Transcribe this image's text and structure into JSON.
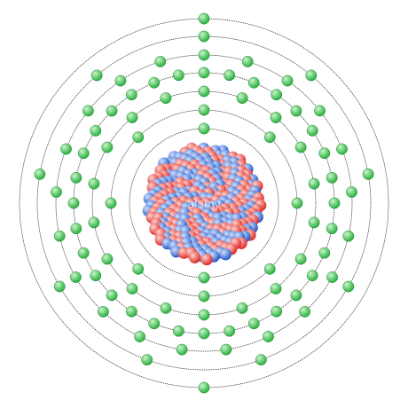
{
  "colors": {
    "background": "#ffffff",
    "orbit": "#222222",
    "electron": "#2fb344",
    "electron_highlight": "#c9f5c9",
    "proton": "#e0322f",
    "proton_highlight": "#ffd2cc",
    "neutron": "#2b5fc9",
    "neutron_highlight": "#cfe0ff"
  },
  "atom": {
    "shells": [
      {
        "electrons": 2
      },
      {
        "electrons": 8
      },
      {
        "electrons": 18
      },
      {
        "electrons": 32
      },
      {
        "electrons": 21
      },
      {
        "electrons": 9
      },
      {
        "electrons": 2
      }
    ]
  },
  "watermark": {
    "text": "alamy"
  }
}
